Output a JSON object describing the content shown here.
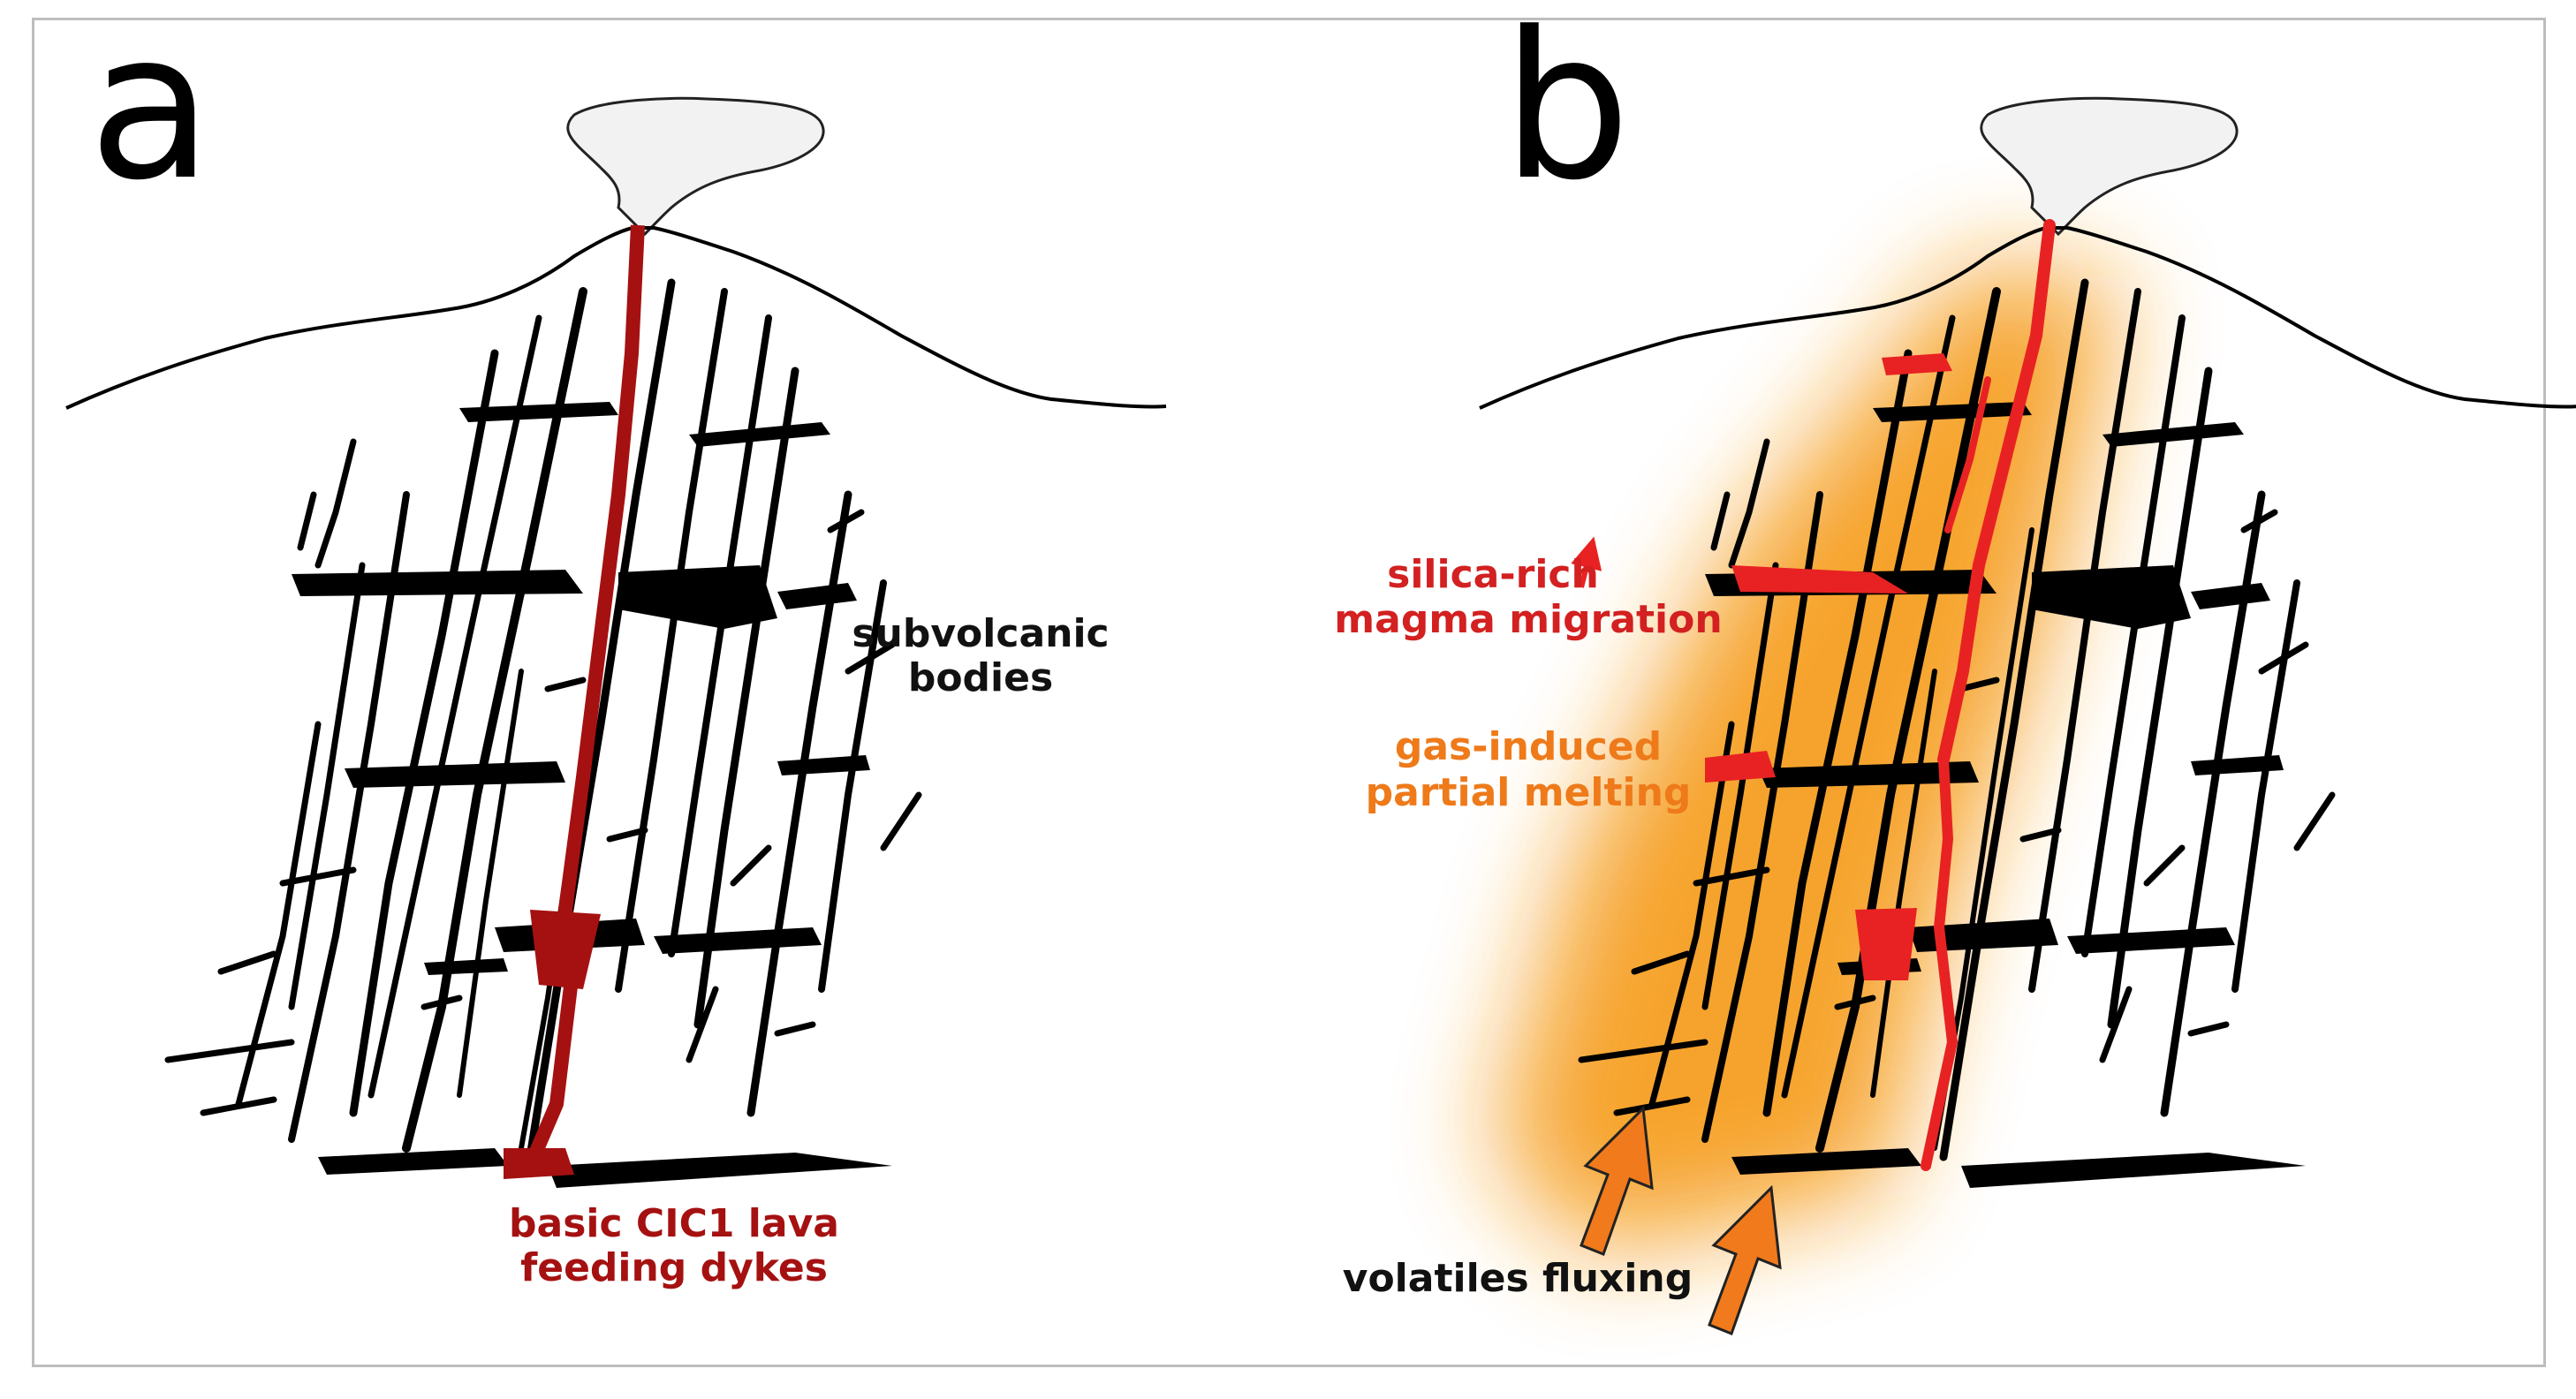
{
  "figure": {
    "panel_a": {
      "letter": "a",
      "labels": {
        "subvolcanic_line1": "subvolcanic",
        "subvolcanic_line2": "bodies",
        "feeding_line1": "basic CIC1 lava",
        "feeding_line2": "feeding dykes"
      }
    },
    "panel_b": {
      "letter": "b",
      "labels": {
        "migration_line1": "silica-rich",
        "migration_line2": "magma migration",
        "melting_line1": "gas-induced",
        "melting_line2": "partial melting",
        "volatiles": "volatiles fluxing"
      }
    },
    "colors": {
      "dyke_dark_red": "#a51111",
      "magma_red": "#e82222",
      "glow_orange": "#f59a18",
      "arrow_orange": "#f07a1c",
      "plume_fill": "#f2f2f2",
      "fracture_black": "#000000"
    }
  }
}
